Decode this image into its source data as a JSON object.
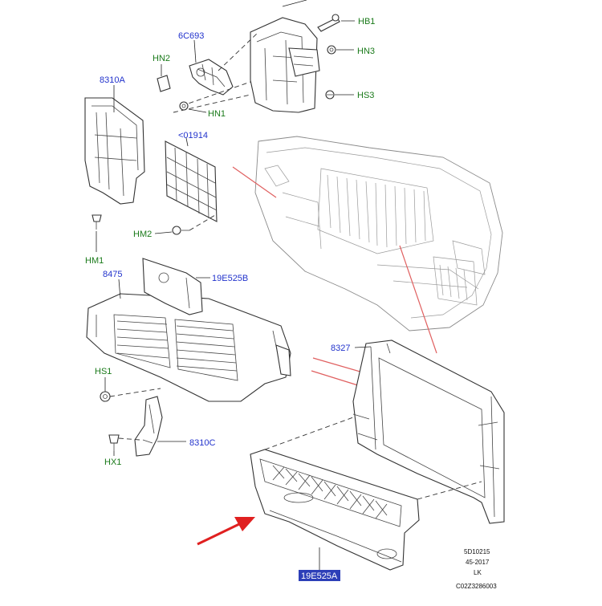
{
  "labels": {
    "p6c693": "6C693",
    "hb1": "HB1",
    "hn2": "HN2",
    "hn3": "HN3",
    "p8310a": "8310A",
    "hn1": "HN1",
    "hs3": "HS3",
    "p01914": "<01914",
    "hm2": "HM2",
    "hm1": "HM1",
    "p8475": "8475",
    "p19e525b": "19E525B",
    "p8327": "8327",
    "hs1": "HS1",
    "p8310c": "8310C",
    "hx1": "HX1",
    "p19e525a": "19E525A"
  },
  "meta": {
    "line1": "5D10215",
    "line2": "45-2017",
    "line3": "LK",
    "line4": "C02Z3286003"
  },
  "colors": {
    "part_label": "#2233cc",
    "fastener_label": "#1a7a1a",
    "pointer_arrow": "#e02020",
    "highlight_box": "#2d3fb8"
  }
}
